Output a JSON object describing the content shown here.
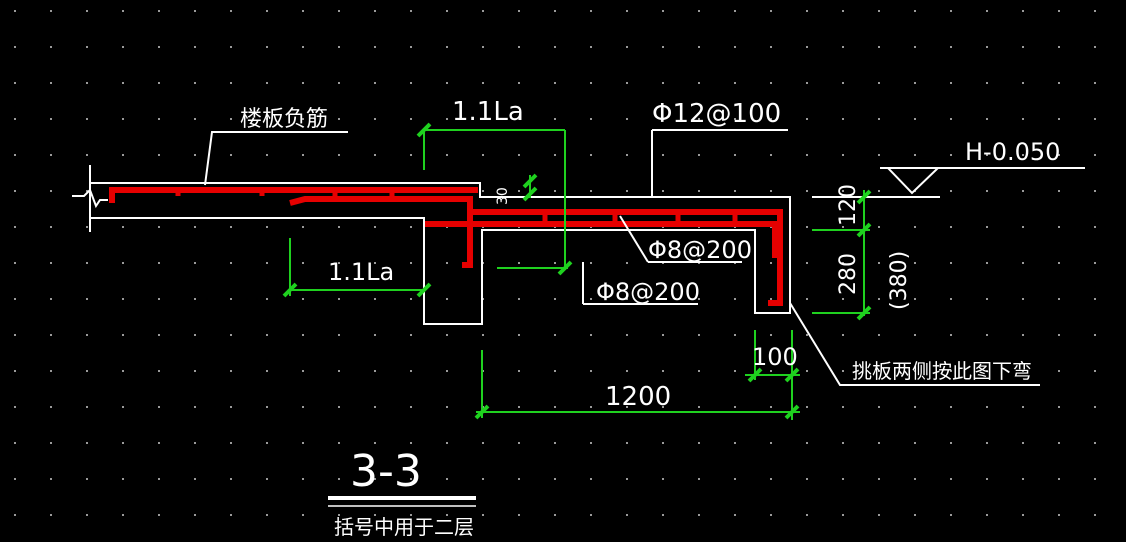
{
  "labels": {
    "slab_neg_rebar": "楼板负筋",
    "anchor_top": "1.1La",
    "anchor_bottom": "1.1La",
    "top_bar": "Φ12@100",
    "dist_bar_1": "Φ8@200",
    "dist_bar_2": "Φ8@200",
    "elevation": "H-0.050",
    "small_dim": "30",
    "dim_120": "120",
    "dim_280": "280",
    "dim_380": "(380)",
    "dim_100": "100",
    "dim_1200": "1200",
    "note_bend": "挑板两侧按此图下弯",
    "section_title": "3-3",
    "section_subtitle": "括号中用于二层"
  },
  "colors": {
    "background": "#000000",
    "outline": "#ffffff",
    "rebar": "#e60000",
    "dimension": "#1fd11f",
    "grid_dots": "#9a9a9a"
  }
}
